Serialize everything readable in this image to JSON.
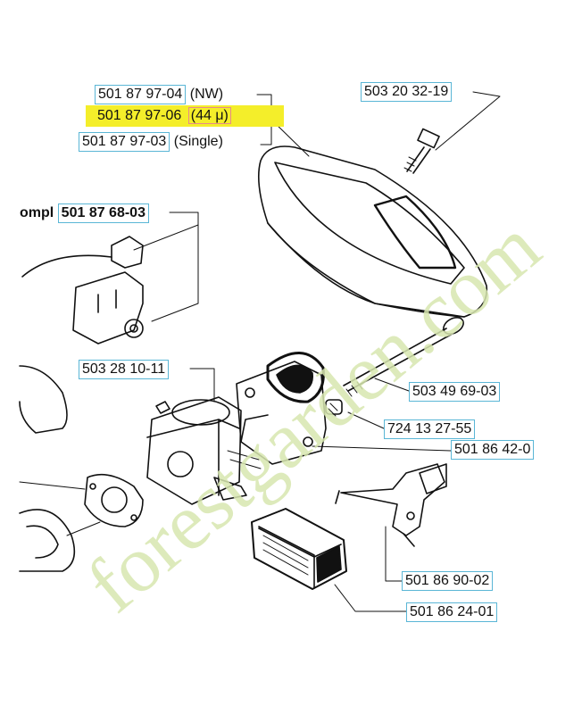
{
  "labels": {
    "nw": {
      "number": "501 87 97-04",
      "suffix": "(NW)"
    },
    "micron": {
      "number": "501 87 97-06",
      "suffix": "(44 μ)"
    },
    "single": {
      "number": "501 87 97-03",
      "suffix": "(Single)"
    },
    "screw_top": {
      "number": "503 20 32-19"
    },
    "kit": {
      "prefix": "ompl",
      "number": "501 87 68-03"
    },
    "carb": {
      "number": "503 28 10-11"
    },
    "bolt": {
      "number": "503 49 69-03"
    },
    "screw_small": {
      "number": "724 13 27-55"
    },
    "intake": {
      "number": "501 86 42-0"
    },
    "choke": {
      "number": "501 86 90-02"
    },
    "filter_block": {
      "number": "501 86 24-01"
    }
  },
  "watermark": {
    "text": "forestgarden.com",
    "color": "#d8e7b0"
  },
  "colors": {
    "label_border": "#5ab6d6",
    "highlight": "#f4ee2a",
    "line": "#111111"
  }
}
